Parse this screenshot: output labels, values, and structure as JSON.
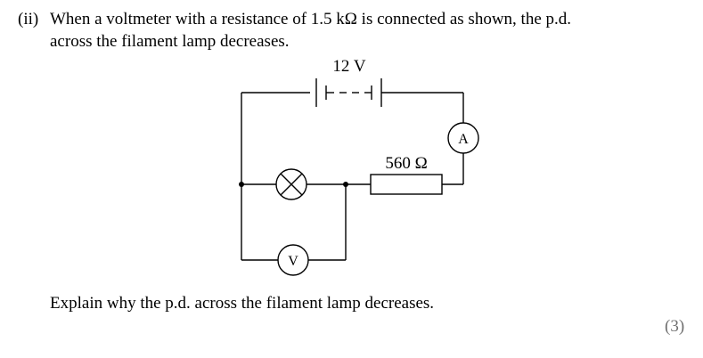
{
  "question": {
    "number": "(ii)",
    "line1": "When a voltmeter with a resistance of 1.5 kΩ is connected as shown, the p.d.",
    "line2": "across the filament lamp decreases."
  },
  "circuit": {
    "cell_label": "12 V",
    "resistor_label": "560 Ω",
    "ammeter_symbol": "A",
    "voltmeter_symbol": "V"
  },
  "prompt": "Explain why the p.d. across the filament lamp decreases.",
  "marks": "(3)"
}
